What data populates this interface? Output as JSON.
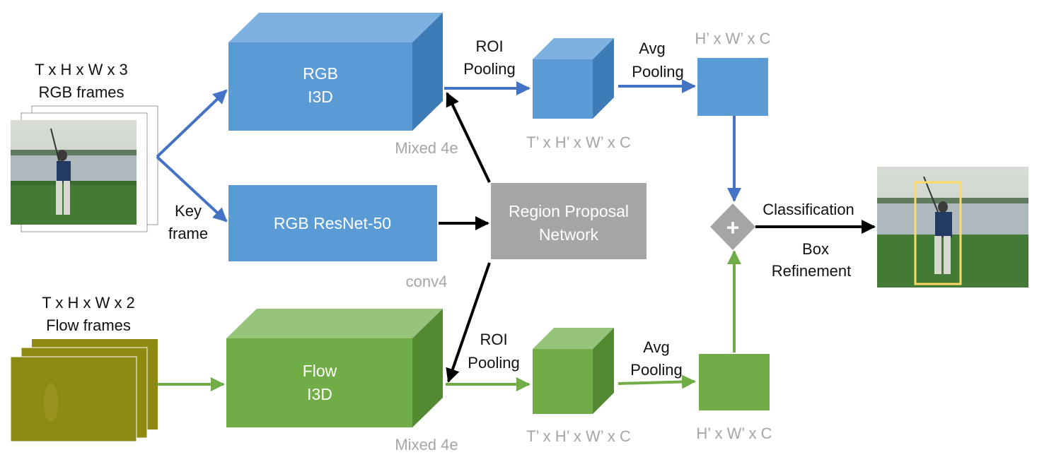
{
  "inputs": {
    "rgb": {
      "line1": "T x H x W x 3",
      "line2": "RGB frames"
    },
    "flow": {
      "line1": "T x H x W x 2",
      "line2": "Flow frames"
    },
    "key_frame": {
      "line1": "Key",
      "line2": "frame"
    }
  },
  "blocks": {
    "rgb_i3d": {
      "line1": "RGB",
      "line2": "I3D",
      "feature": "Mixed 4e"
    },
    "rgb_resnet": {
      "label": "RGB ResNet-50",
      "feature": "conv4"
    },
    "flow_i3d": {
      "line1": "Flow",
      "line2": "I3D",
      "feature": "Mixed 4e"
    },
    "rpn": {
      "line1": "Region Proposal",
      "line2": "Network"
    }
  },
  "pooling": {
    "roi_top": {
      "line1": "ROI",
      "line2": "Pooling"
    },
    "roi_bottom": {
      "line1": "ROI",
      "line2": "Pooling"
    },
    "avg_top": {
      "line1": "Avg",
      "line2": "Pooling"
    },
    "avg_bottom": {
      "line1": "Avg",
      "line2": "Pooling"
    }
  },
  "dims": {
    "roi_top": "T’ x H’ x W’ x C",
    "roi_bottom": "T’ x H’ x W’ x C",
    "avg_top": "H’ x W’ x C",
    "avg_bottom": "H’ x W’ x C"
  },
  "fusion": {
    "symbol": "+"
  },
  "outputs": {
    "classification": "Classification",
    "box_line1": "Box",
    "box_line2": "Refinement"
  },
  "colors": {
    "rgb_blue": "#5b9bd5",
    "flow_green": "#70ad47",
    "rpn_grey": "#a5a5a5",
    "arrow_blue": "#4472c4",
    "arrow_green": "#70ad47",
    "detection_box": "#ffd966"
  },
  "icons": {
    "rgb_frames": "golf-swing-photo-stack",
    "flow_frames": "optical-flow-stack",
    "output_frame": "golf-swing-detection-photo"
  }
}
